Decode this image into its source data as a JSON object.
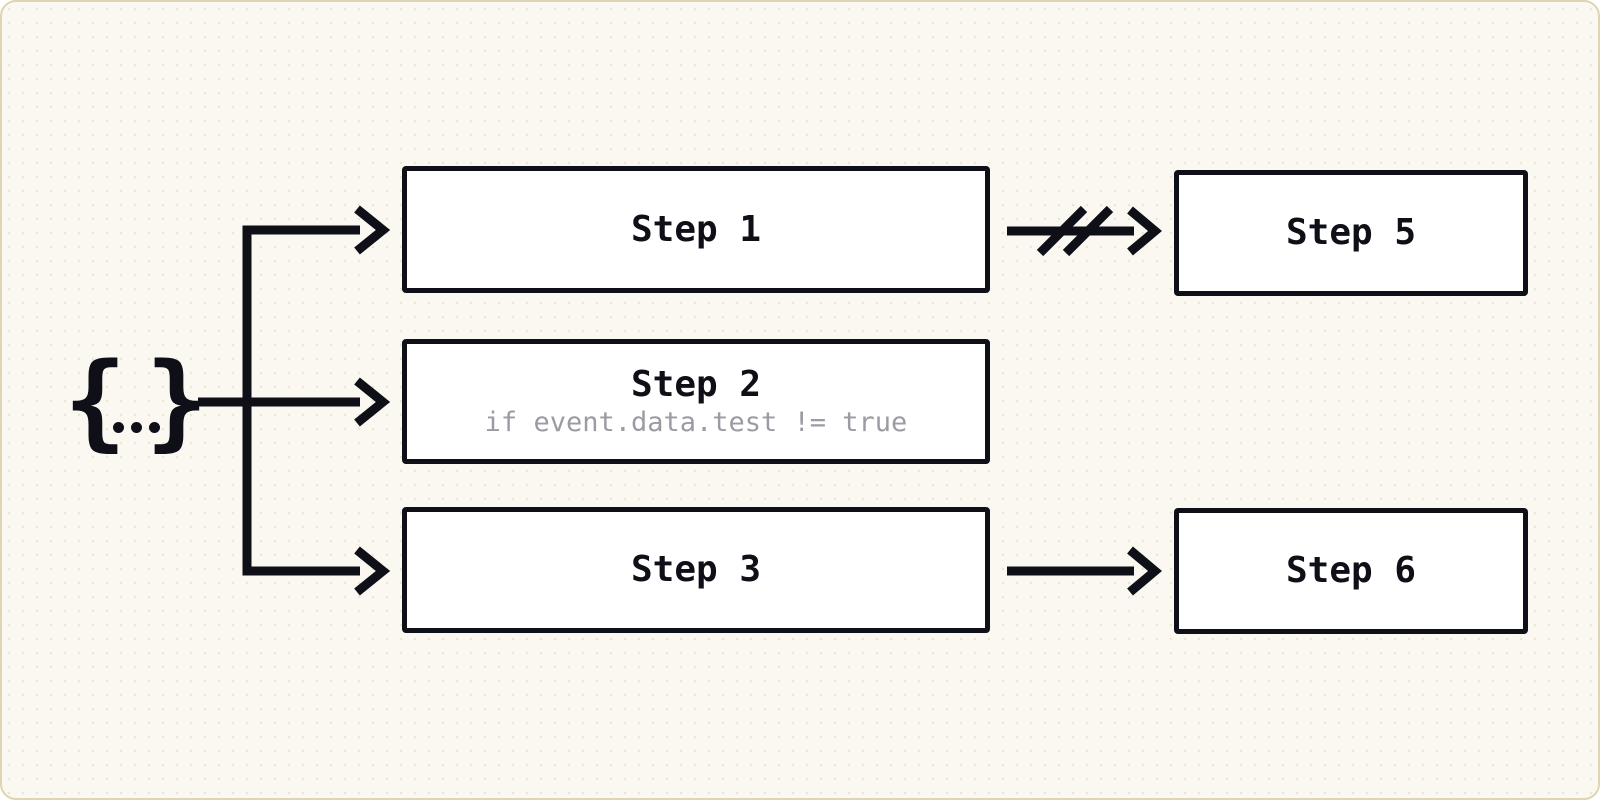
{
  "colors": {
    "bg": "#faf8f0",
    "ink": "#0e0f17",
    "box-fill": "#ffffff",
    "frame-border": "#ded5b2",
    "muted": "#9b9ba4"
  },
  "source": {
    "label": "{...}",
    "brace_open": "{",
    "brace_close": "}"
  },
  "nodes": {
    "step1": {
      "label": "Step 1"
    },
    "step2": {
      "label": "Step 2",
      "condition": "if event.data.test != true"
    },
    "step3": {
      "label": "Step 3"
    },
    "step5": {
      "label": "Step 5"
    },
    "step6": {
      "label": "Step 6"
    }
  },
  "edges": [
    {
      "from": "event-payload",
      "to": "Step 1",
      "type": "arrow"
    },
    {
      "from": "event-payload",
      "to": "Step 2",
      "type": "arrow"
    },
    {
      "from": "event-payload",
      "to": "Step 3",
      "type": "arrow"
    },
    {
      "from": "Step 1",
      "to": "Step 5",
      "type": "broken-arrow"
    },
    {
      "from": "Step 3",
      "to": "Step 6",
      "type": "arrow"
    }
  ]
}
